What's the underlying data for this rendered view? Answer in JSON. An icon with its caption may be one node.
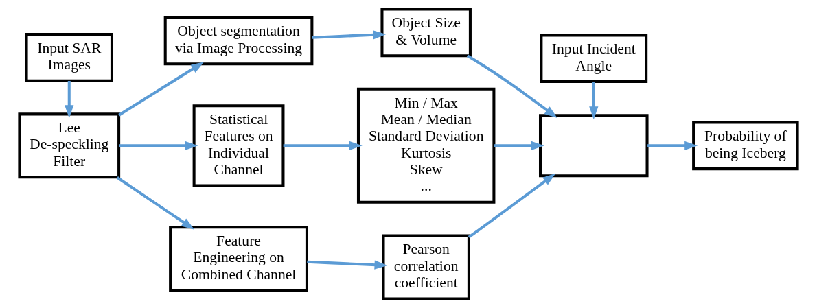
{
  "diagram": {
    "nodes": [
      {
        "text": [
          "Input SAR Images"
        ]
      },
      {
        "text": [
          "Lee De-speckling Filter"
        ]
      },
      {
        "text": [
          "Object segmentation via Image Processing"
        ]
      },
      {
        "text": [
          "Statistical Features on Individual Channel"
        ]
      },
      {
        "text": [
          "Feature Engineering on Combined Channel"
        ]
      },
      {
        "text": [
          "Object Size & Volume"
        ]
      },
      {
        "text": [
          "Min / Max",
          "Mean / Median",
          "Standard Deviation",
          "Kurtosis",
          "Skew",
          "..."
        ]
      },
      {
        "text": [
          "Pearson correlation coefficient"
        ]
      },
      {
        "text": [],
        "shape": "box"
      },
      {
        "text": [
          "Input Incident Angle"
        ]
      },
      {
        "text": [
          "Probability of being Iceberg"
        ]
      }
    ],
    "edges": [
      {
        "from": 0,
        "to": 1,
        "arrow": "to"
      },
      {
        "from": 1,
        "to": 2,
        "arrow": "to"
      },
      {
        "from": 1,
        "to": 3,
        "arrow": "to"
      },
      {
        "from": 1,
        "to": 4,
        "arrow": "to"
      },
      {
        "from": 2,
        "to": 5,
        "arrow": "to"
      },
      {
        "from": 3,
        "to": 6,
        "arrow": "to"
      },
      {
        "from": 4,
        "to": 7,
        "arrow": "to"
      },
      {
        "from": 5,
        "to": 8,
        "arrow": "to"
      },
      {
        "from": 6,
        "to": 8,
        "arrow": "to"
      },
      {
        "from": 7,
        "to": 8,
        "arrow": "to"
      },
      {
        "from": 9,
        "to": 8,
        "arrow": "to"
      },
      {
        "from": 8,
        "to": 10,
        "arrow": "to"
      }
    ]
  }
}
